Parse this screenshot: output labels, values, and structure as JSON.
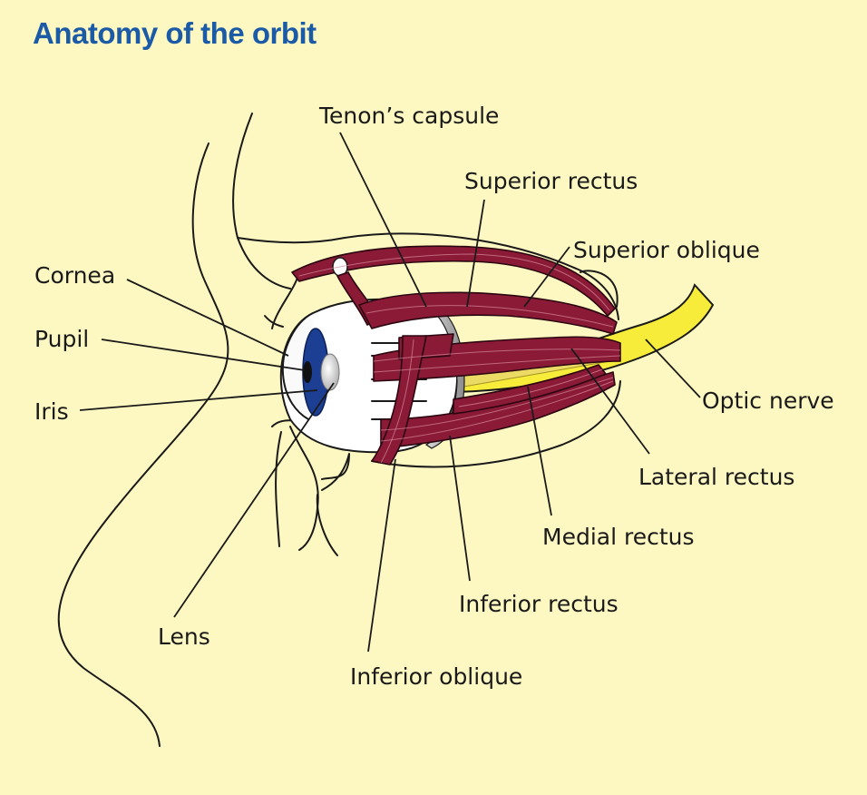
{
  "title": "Anatomy of the orbit",
  "colors": {
    "background": "#fdf8c2",
    "title": "#1a5aa6",
    "muscle": "#8b1a36",
    "optic_nerve": "#f8ec3a",
    "iris": "#1c3f94"
  },
  "labels": {
    "tenons_capsule": "Tenon’s capsule",
    "superior_rectus": "Superior rectus",
    "superior_oblique": "Superior oblique",
    "cornea": "Cornea",
    "pupil": "Pupil",
    "iris": "Iris",
    "optic_nerve": "Optic nerve",
    "lateral_rectus": "Lateral rectus",
    "medial_rectus": "Medial rectus",
    "inferior_rectus": "Inferior rectus",
    "lens": "Lens",
    "inferior_oblique": "Inferior oblique"
  }
}
